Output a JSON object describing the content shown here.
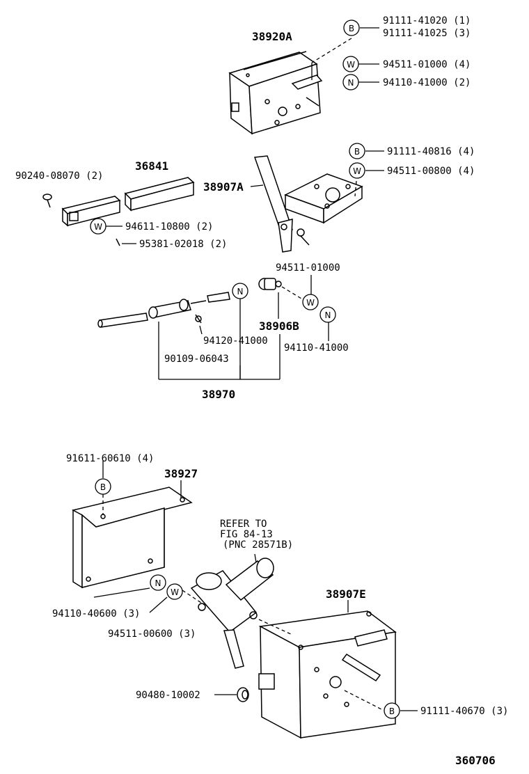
{
  "diagram_id": "360706",
  "assemblies": {
    "a": "38920A",
    "b": "36841",
    "c": "38907A",
    "d": "38906B",
    "e": "38970",
    "f": "38927",
    "g": "38907E"
  },
  "parts": {
    "p1": "91111-41020 (1)",
    "p2": "91111-41025 (3)",
    "p3": "94511-01000 (4)",
    "p4": "94110-41000 (2)",
    "p5": "91111-40816 (4)",
    "p6": "94511-00800 (4)",
    "p7": "90240-08070 (2)",
    "p8": "94611-10800 (2)",
    "p9": "95381-02018 (2)",
    "p10": "94511-01000",
    "p11": "94120-41000",
    "p12": "94110-41000",
    "p13": "90109-06043",
    "p14": "91611-60610 (4)",
    "p15": "94110-40600 (3)",
    "p16": "94511-00600 (3)",
    "p17": "90480-10002",
    "p18": "91111-40670 (3)"
  },
  "refer": {
    "line1": "REFER TO",
    "line2": "FIG 84-13",
    "line3": "(PNC 28571B)"
  },
  "badges": {
    "b": "B",
    "w": "W",
    "n": "N"
  }
}
